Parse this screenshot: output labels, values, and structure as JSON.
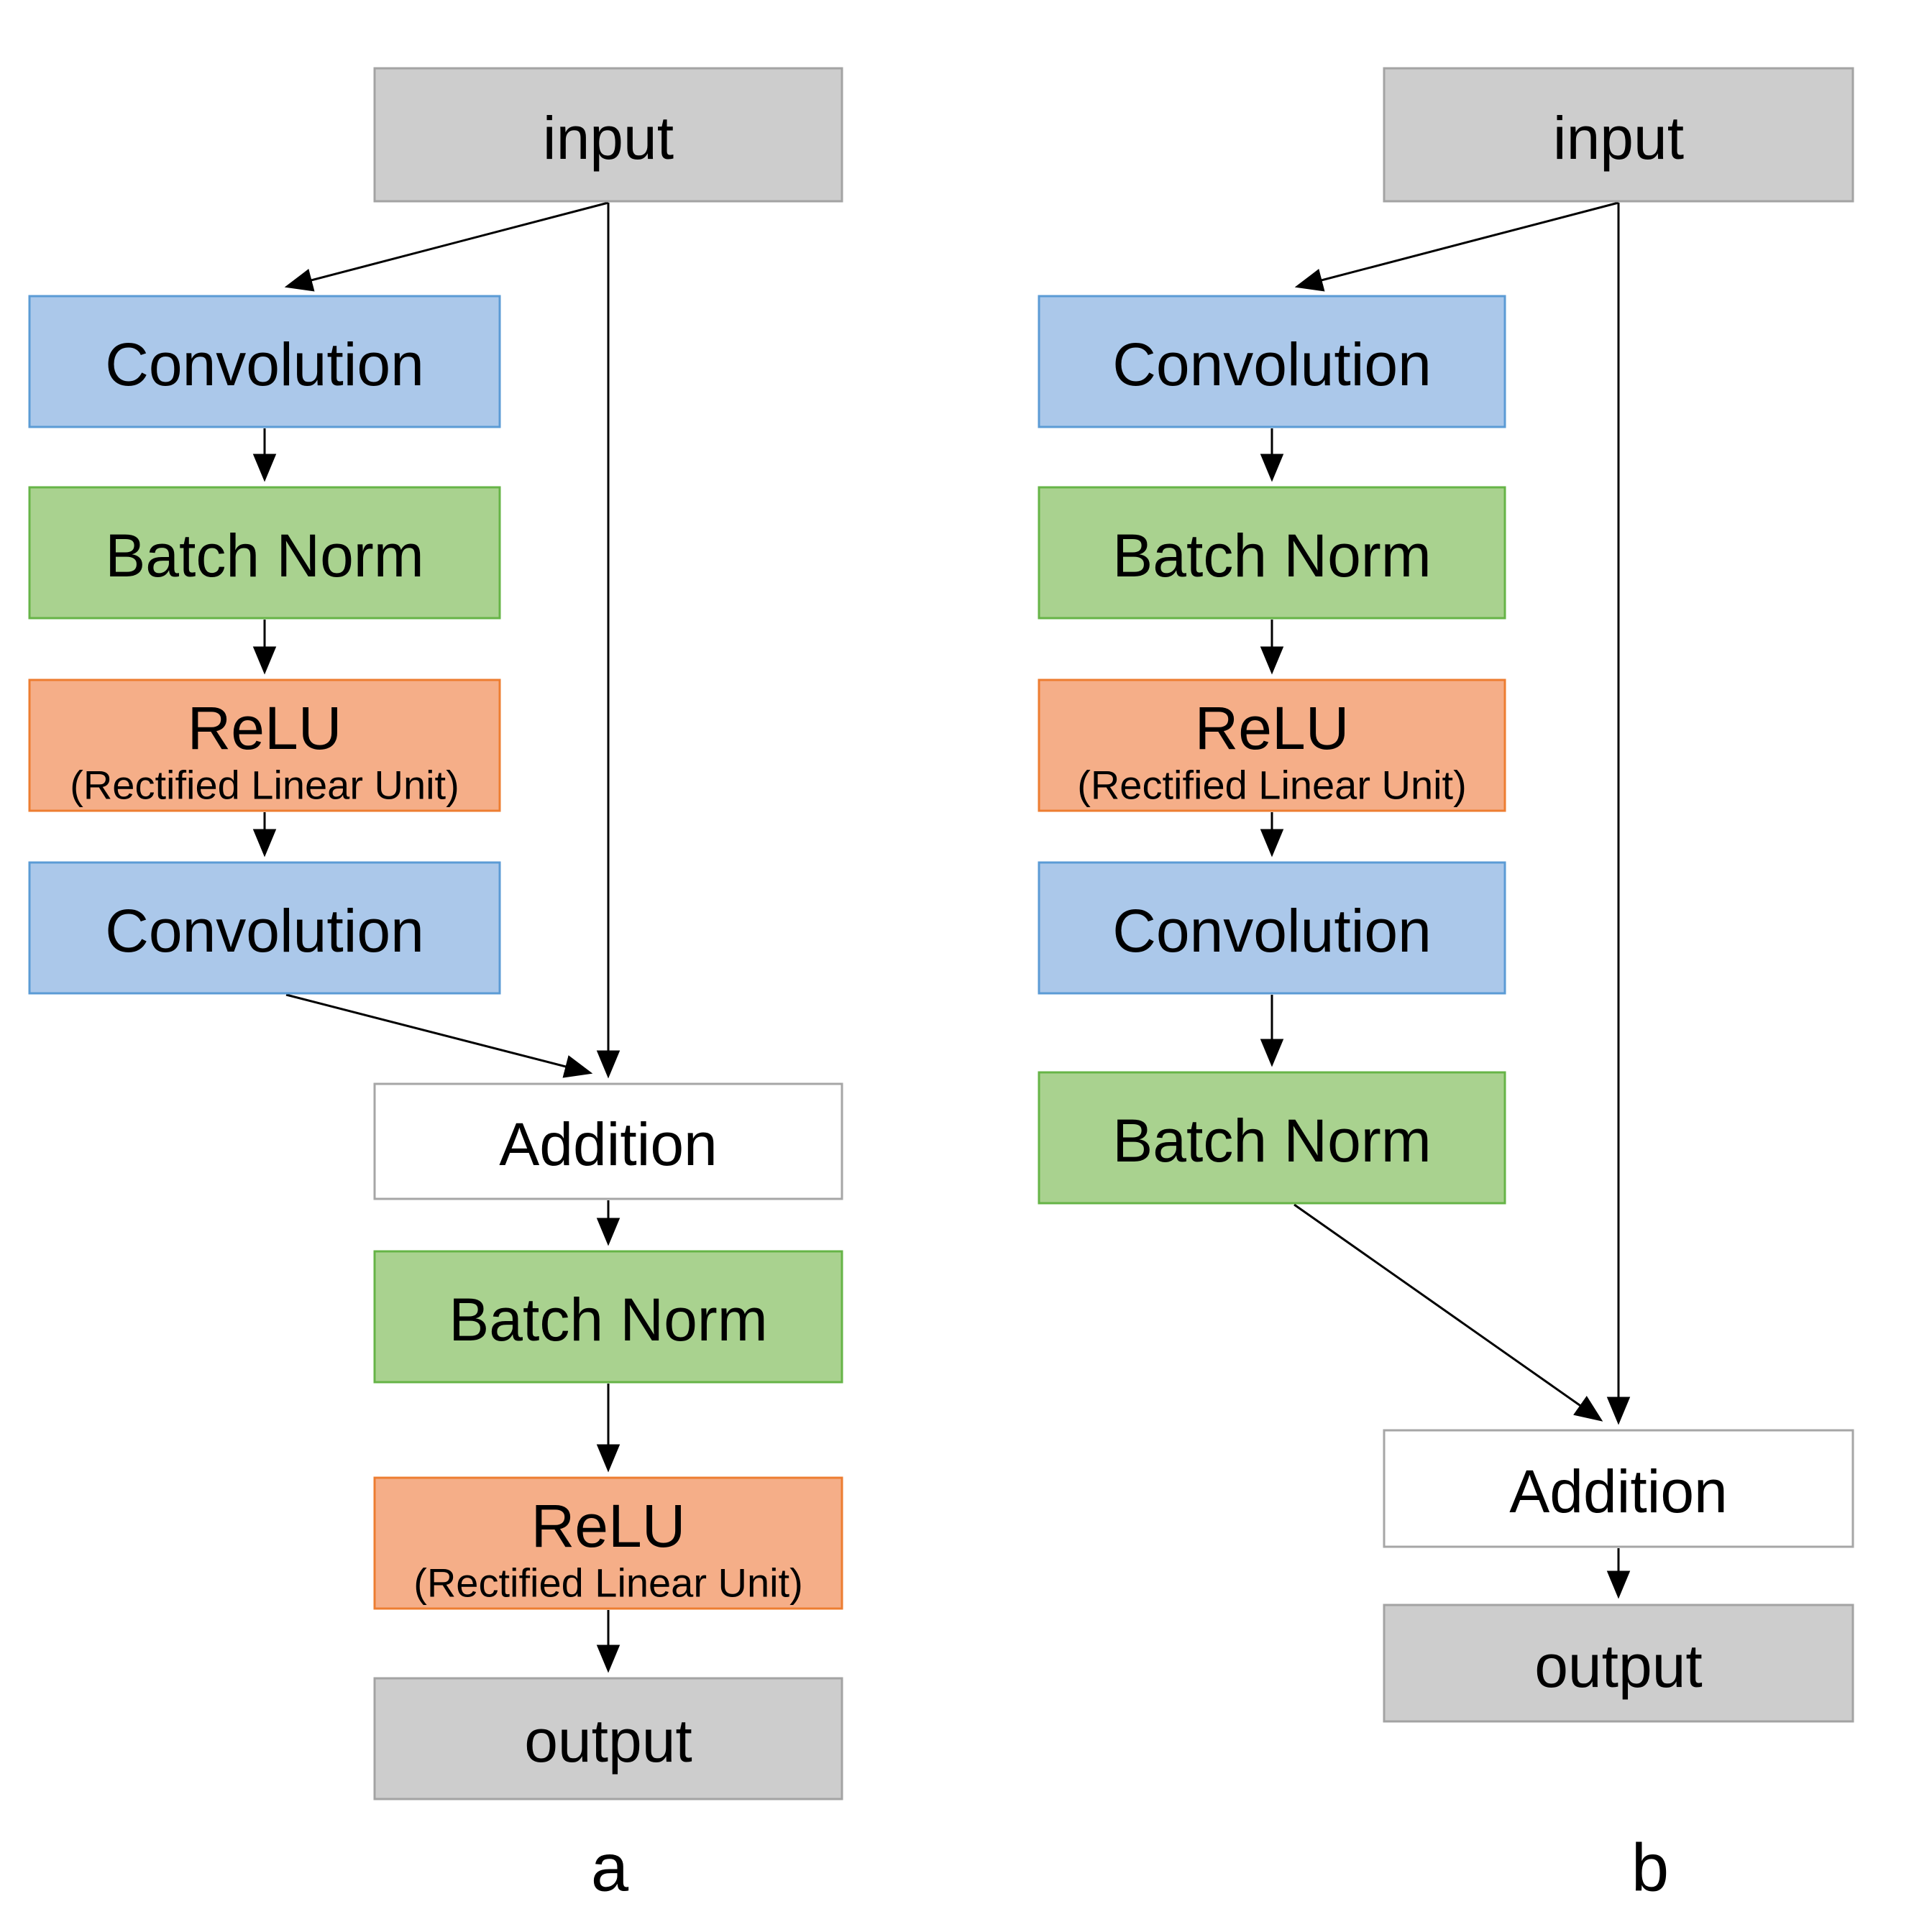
{
  "colors": {
    "conv-fill": "#abc8ea",
    "conv-border": "#5b9bd5",
    "bn-fill": "#a9d28f",
    "bn-border": "#66b447",
    "relu-fill": "#f5ae88",
    "relu-border": "#ed7d31",
    "io-fill": "#cdcdcd",
    "io-border": "#a3a3a3",
    "addition-fill": "#ffffff",
    "addition-border": "#a6a6a6",
    "arrow": "#000000"
  },
  "diagram_a": {
    "input_label": "input",
    "conv1_label": "Convolution",
    "batch_norm1_label": "Batch Norm",
    "relu1_label": "ReLU",
    "relu1_sublabel": "(Rectified Linear Unit)",
    "conv2_label": "Convolution",
    "addition_label": "Addition",
    "batch_norm2_label": "Batch Norm",
    "relu2_label": "ReLU",
    "relu2_sublabel": "(Rectified Linear Unit)",
    "output_label": "output",
    "caption": "a"
  },
  "diagram_b": {
    "input_label": "input",
    "conv1_label": "Convolution",
    "batch_norm1_label": "Batch Norm",
    "relu1_label": "ReLU",
    "relu1_sublabel": "(Rectified Linear Unit)",
    "conv2_label": "Convolution",
    "batch_norm2_label": "Batch Norm",
    "addition_label": "Addition",
    "output_label": "output",
    "caption": "b"
  }
}
